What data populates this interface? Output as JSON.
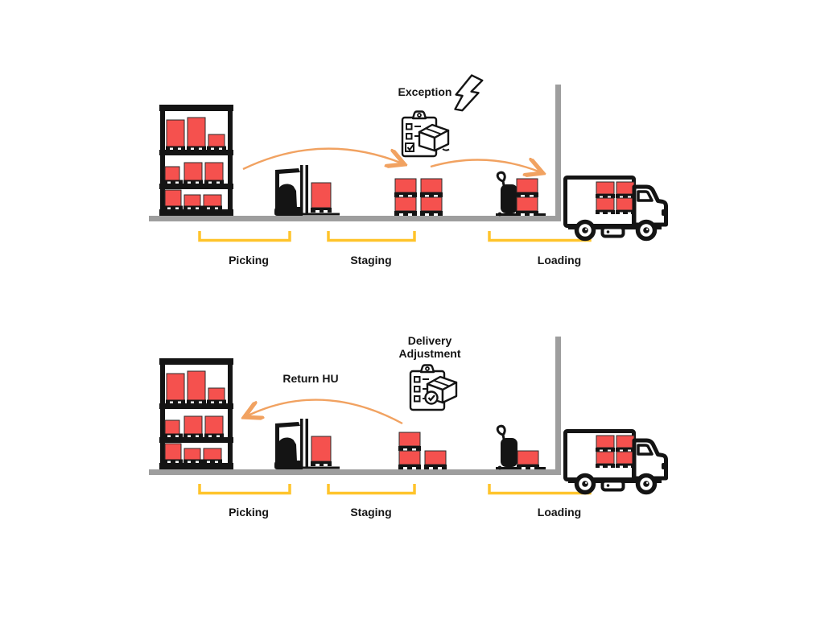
{
  "diagram": {
    "top": {
      "exception_label": "Exception",
      "stages": [
        "Picking",
        "Staging",
        "Loading"
      ]
    },
    "bottom": {
      "return_label": "Return HU",
      "adjustment_line1": "Delivery",
      "adjustment_line2": "Adjustment",
      "stages": [
        "Picking",
        "Staging",
        "Loading"
      ]
    },
    "colors": {
      "box_red": "#F5514E",
      "outline_black": "#141414",
      "floor_gray": "#9E9E9E",
      "arrow_orange": "#F1A261",
      "bracket_yellow": "#FFC42B"
    },
    "icons": {
      "lightning_bolt": "exception-flash-icon",
      "exception_document": "checklist-with-package-icon",
      "delivery_adjustment_document": "checklist-with-package-check-icon"
    }
  }
}
